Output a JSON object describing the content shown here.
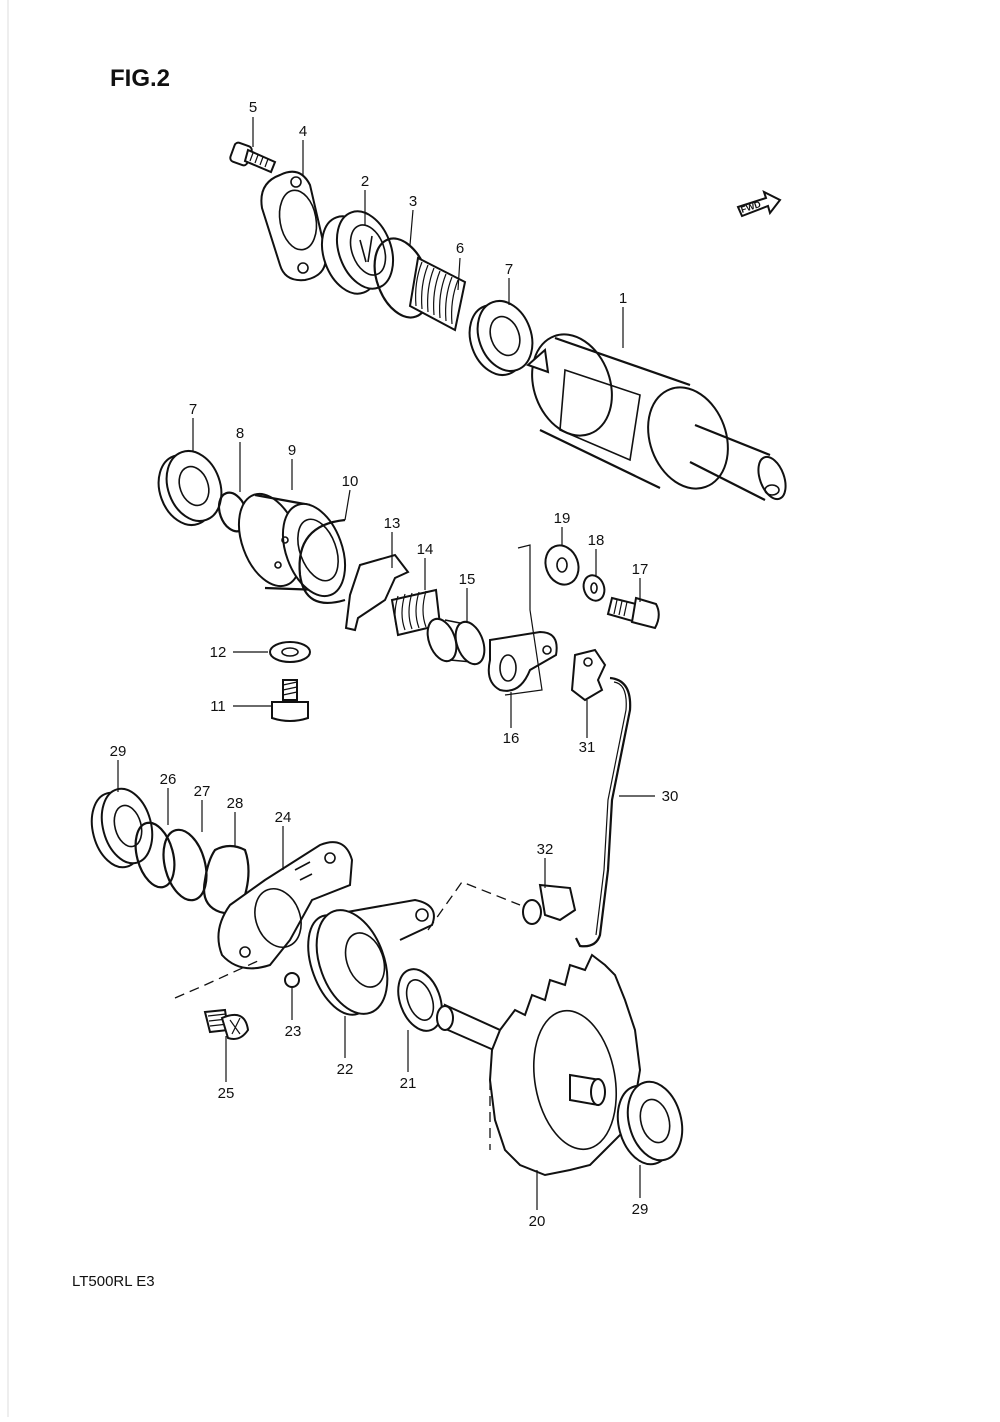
{
  "figure": {
    "title": "FIG.2",
    "model": "LT500RL E3",
    "fwd_label": "FWD"
  },
  "callouts": [
    {
      "id": "c5",
      "text": "5"
    },
    {
      "id": "c4",
      "text": "4"
    },
    {
      "id": "c2",
      "text": "2"
    },
    {
      "id": "c3",
      "text": "3"
    },
    {
      "id": "c6",
      "text": "6"
    },
    {
      "id": "c7a",
      "text": "7"
    },
    {
      "id": "c1",
      "text": "1"
    },
    {
      "id": "c7b",
      "text": "7"
    },
    {
      "id": "c8",
      "text": "8"
    },
    {
      "id": "c9",
      "text": "9"
    },
    {
      "id": "c10",
      "text": "10"
    },
    {
      "id": "c13",
      "text": "13"
    },
    {
      "id": "c14",
      "text": "14"
    },
    {
      "id": "c15",
      "text": "15"
    },
    {
      "id": "c19",
      "text": "19"
    },
    {
      "id": "c18",
      "text": "18"
    },
    {
      "id": "c17",
      "text": "17"
    },
    {
      "id": "c12",
      "text": "12"
    },
    {
      "id": "c11",
      "text": "11"
    },
    {
      "id": "c16",
      "text": "16"
    },
    {
      "id": "c31",
      "text": "31"
    },
    {
      "id": "c29a",
      "text": "29"
    },
    {
      "id": "c26",
      "text": "26"
    },
    {
      "id": "c27",
      "text": "27"
    },
    {
      "id": "c28",
      "text": "28"
    },
    {
      "id": "c24",
      "text": "24"
    },
    {
      "id": "c30",
      "text": "30"
    },
    {
      "id": "c32",
      "text": "32"
    },
    {
      "id": "c23",
      "text": "23"
    },
    {
      "id": "c22",
      "text": "22"
    },
    {
      "id": "c21",
      "text": "21"
    },
    {
      "id": "c25",
      "text": "25"
    },
    {
      "id": "c20",
      "text": "20"
    },
    {
      "id": "c29b",
      "text": "29"
    }
  ]
}
